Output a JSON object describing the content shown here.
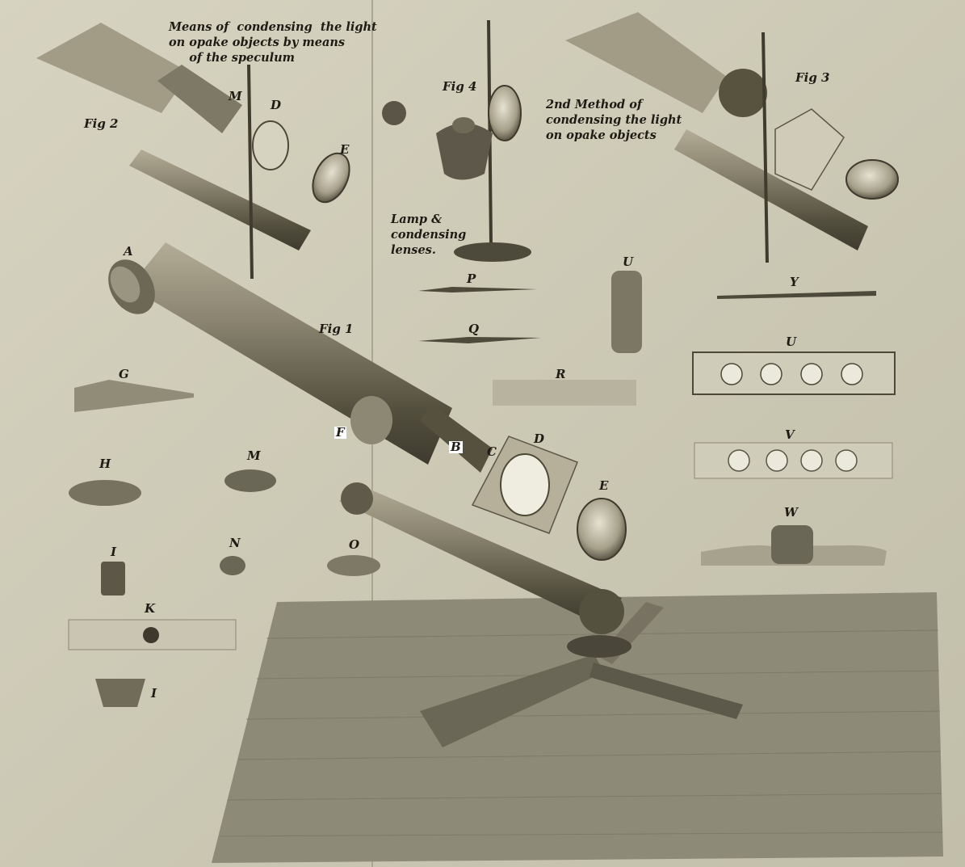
{
  "captions": {
    "fig2_caption": "Means of  condensing  the light\non opake objects by means\n     of the speculum",
    "fig3_caption": "2nd Method of\ncondensing the light\non opake objects",
    "fig4_caption": "Lamp &\ncondensing\nlenses."
  },
  "figure_labels": {
    "fig1": "Fig 1",
    "fig2": "Fig 2",
    "fig3": "Fig 3",
    "fig4": "Fig 4"
  },
  "part_labels": {
    "fig2_M": "M",
    "fig2_D": "D",
    "fig2_E": "E",
    "A": "A",
    "B": "B",
    "C": "C",
    "D": "D",
    "E": "E",
    "F": "F",
    "G": "G",
    "H": "H",
    "M": "M",
    "N": "N",
    "O": "O",
    "I_top": "I",
    "K": "K",
    "I_bottom": "I",
    "P": "P",
    "Q": "Q",
    "R": "R",
    "U_top": "U",
    "Y": "Y",
    "U_slider": "U",
    "V": "V",
    "W": "W"
  },
  "colors": {
    "paper": "#c9c6b2",
    "ink": "#1e1b15",
    "metal_dark": "#4a463a",
    "metal_mid": "#7d7865",
    "metal_light": "#b3ad97",
    "table": "#8b8876"
  }
}
